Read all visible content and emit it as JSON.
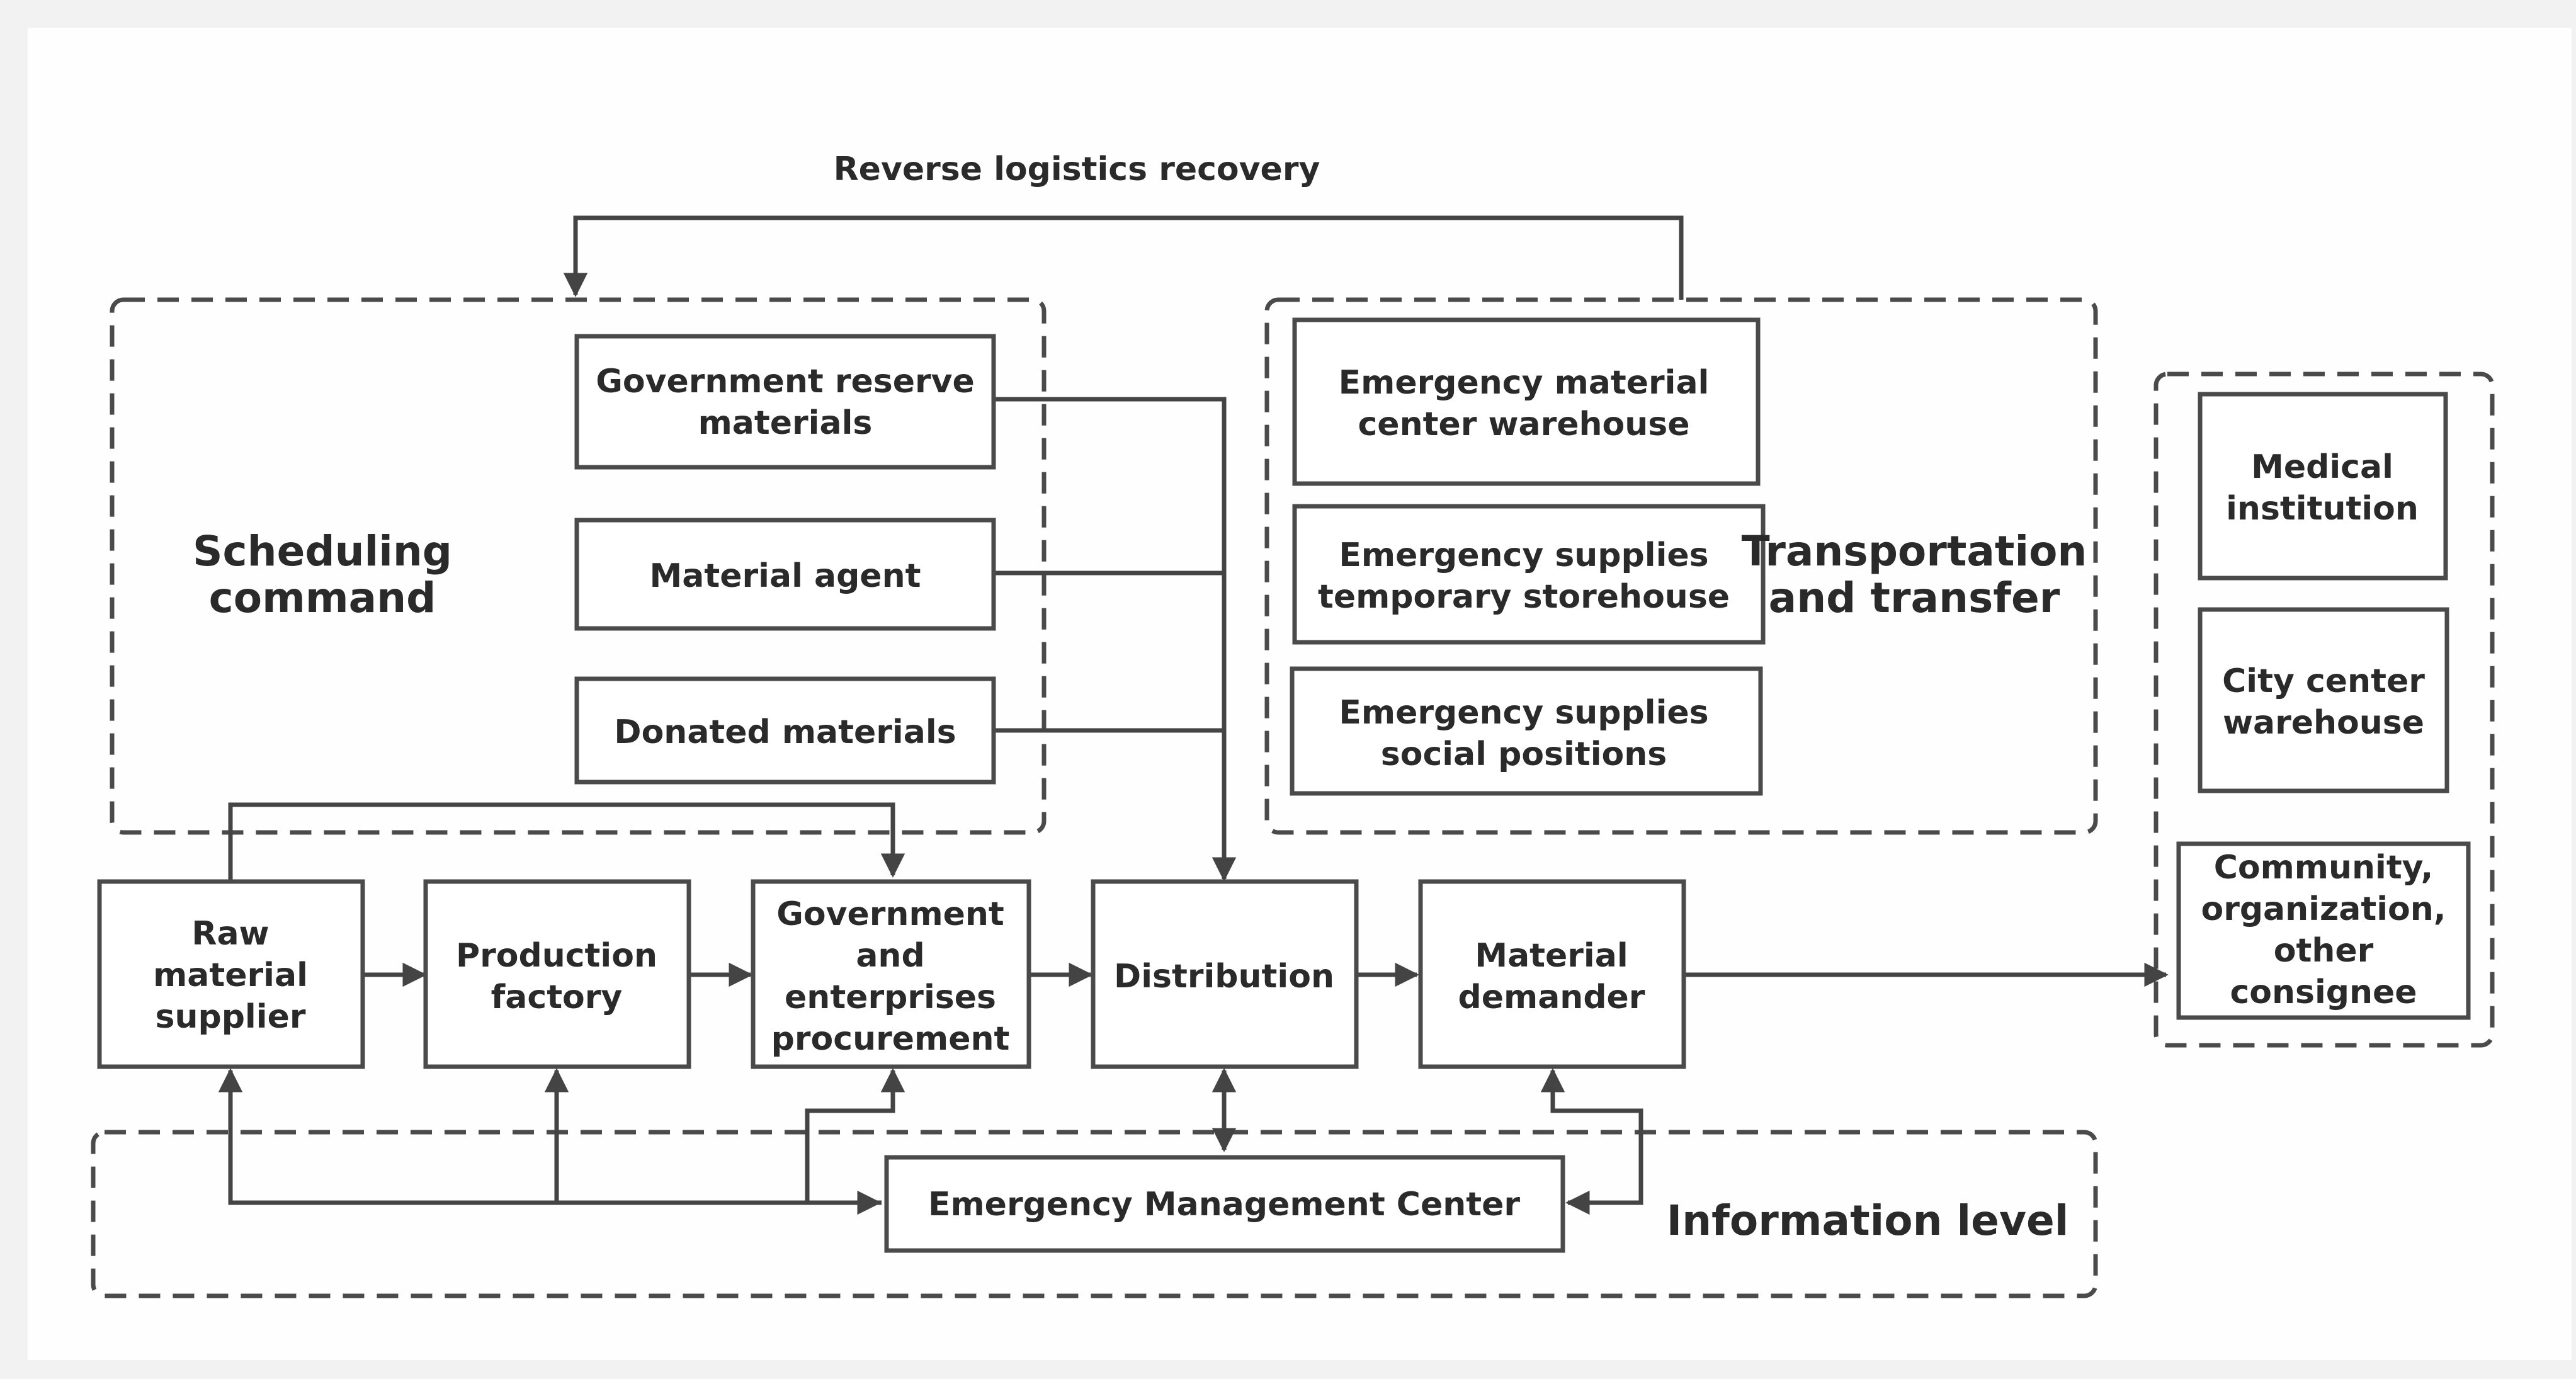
{
  "diagram": {
    "reverse_label": "Reverse logistics recovery",
    "groups": {
      "scheduling": [
        "Scheduling",
        "command"
      ],
      "transport": [
        "Transportation",
        "and transfer"
      ],
      "information": [
        "Information level"
      ]
    },
    "boxes": {
      "gov_reserve": [
        "Government reserve",
        "materials"
      ],
      "material_agent": [
        "Material agent"
      ],
      "donated": [
        "Donated materials"
      ],
      "center_warehouse": [
        "Emergency material",
        "center warehouse"
      ],
      "temp_storehouse": [
        "Emergency supplies",
        "temporary storehouse"
      ],
      "social_positions": [
        "Emergency supplies",
        "social positions"
      ],
      "medical": [
        "Medical",
        "institution"
      ],
      "city_center": [
        "City center",
        "warehouse"
      ],
      "community": [
        "Community,",
        "organization,",
        "other",
        "consignee"
      ],
      "raw_supplier": [
        "Raw",
        "material",
        "supplier"
      ],
      "production": [
        "Production",
        "factory"
      ],
      "gov_procurement": [
        "Government",
        "and",
        "enterprises",
        "procurement"
      ],
      "distribution": [
        "Distribution"
      ],
      "demander": [
        "Material",
        "demander"
      ],
      "emc": [
        "Emergency Management Center"
      ]
    }
  }
}
